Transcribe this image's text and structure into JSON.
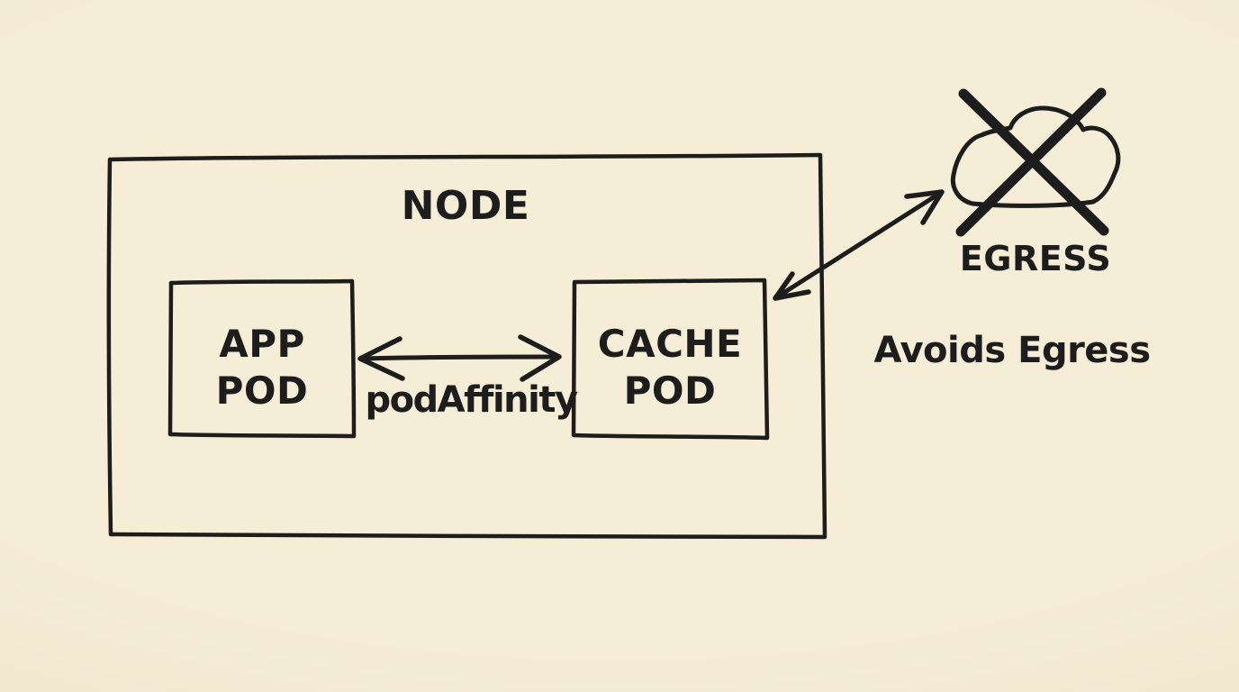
{
  "palette": {
    "background": "#f6edd7",
    "background_edge": "#ece0c4",
    "ink": "#1d1d1d"
  },
  "diagram": {
    "node": {
      "label": "NODE"
    },
    "app_pod": {
      "line1": "APP",
      "line2": "POD"
    },
    "cache_pod": {
      "line1": "CACHE",
      "line2": "POD"
    },
    "affinity": {
      "label": "podAffinity"
    },
    "egress": {
      "label": "EGRESS",
      "icon": "crossed-out-cloud-icon"
    },
    "annotation": {
      "label": "Avoids Egress"
    }
  }
}
